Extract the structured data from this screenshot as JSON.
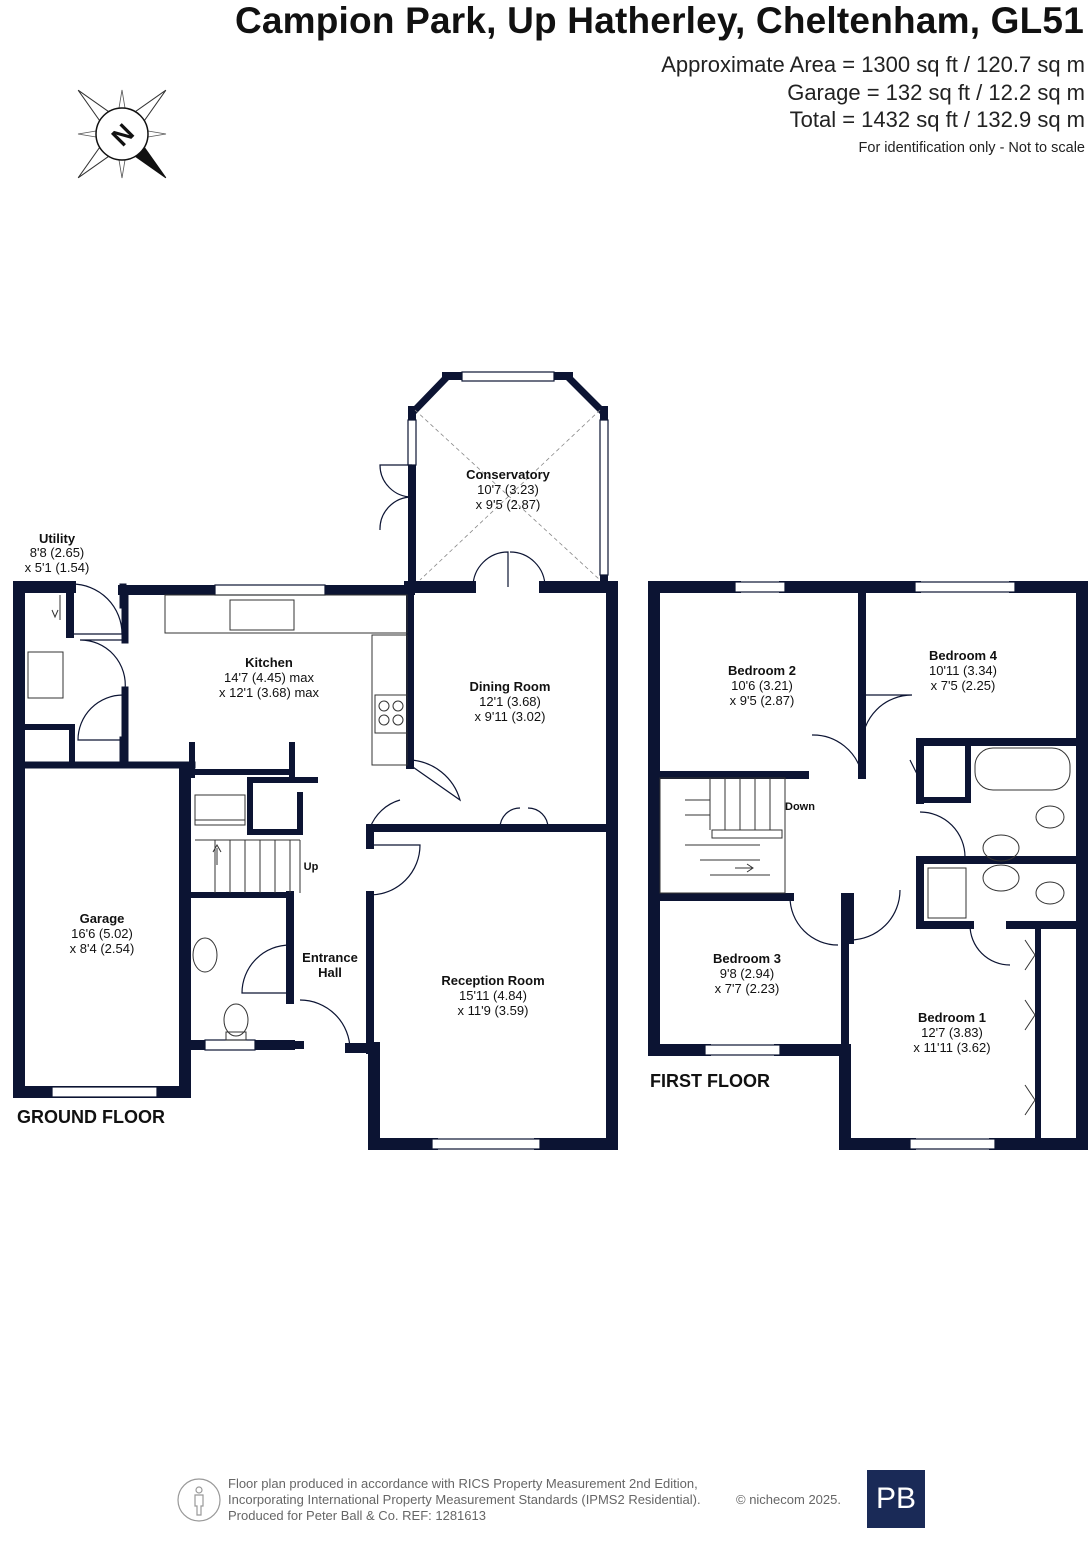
{
  "header": {
    "title": "Campion Park, Up Hatherley, Cheltenham, GL51",
    "area_line1": "Approximate Area = 1300 sq ft / 120.7 sq m",
    "area_line2": "Garage = 132 sq ft / 12.2 sq m",
    "area_line3": "Total = 1432 sq ft / 132.9 sq m",
    "note": "For identification only - Not to scale"
  },
  "compass": {
    "icon": "north-compass-icon",
    "letter": "N"
  },
  "ground_floor": {
    "label": "GROUND FLOOR",
    "rooms": {
      "utility": {
        "name": "Utility",
        "dim1": "8'8 (2.65)",
        "dim2": "x 5'1 (1.54)"
      },
      "kitchen": {
        "name": "Kitchen",
        "dim1": "14'7 (4.45) max",
        "dim2": "x 12'1 (3.68) max"
      },
      "conservatory": {
        "name": "Conservatory",
        "dim1": "10'7 (3.23)",
        "dim2": "x 9'5 (2.87)"
      },
      "dining": {
        "name": "Dining Room",
        "dim1": "12'1 (3.68)",
        "dim2": "x 9'11 (3.02)"
      },
      "garage": {
        "name": "Garage",
        "dim1": "16'6 (5.02)",
        "dim2": "x 8'4 (2.54)"
      },
      "hall_line1": "Entrance",
      "hall_line2": "Hall",
      "reception": {
        "name": "Reception Room",
        "dim1": "15'11 (4.84)",
        "dim2": "x 11'9 (3.59)"
      }
    },
    "stairs_label": "Up"
  },
  "first_floor": {
    "label": "FIRST FLOOR",
    "rooms": {
      "bedroom2": {
        "name": "Bedroom 2",
        "dim1": "10'6 (3.21)",
        "dim2": "x 9'5 (2.87)"
      },
      "bedroom4": {
        "name": "Bedroom 4",
        "dim1": "10'11 (3.34)",
        "dim2": "x 7'5 (2.25)"
      },
      "bedroom3": {
        "name": "Bedroom 3",
        "dim1": "9'8 (2.94)",
        "dim2": "x 7'7 (2.23)"
      },
      "bedroom1": {
        "name": "Bedroom 1",
        "dim1": "12'7 (3.83)",
        "dim2": "x 11'11 (3.62)"
      }
    },
    "stairs_label": "Down"
  },
  "footer": {
    "line1": "Floor plan produced in accordance with RICS Property Measurement 2nd Edition,",
    "line2": "Incorporating International Property Measurement Standards (IPMS2 Residential).",
    "line3": "Produced for Peter Ball & Co.   REF: 1281613",
    "copyright": "© nichecom 2025.",
    "logo_text": "PB"
  },
  "colors": {
    "wall": "#0c1433",
    "logo_bg": "#1a2a57"
  }
}
